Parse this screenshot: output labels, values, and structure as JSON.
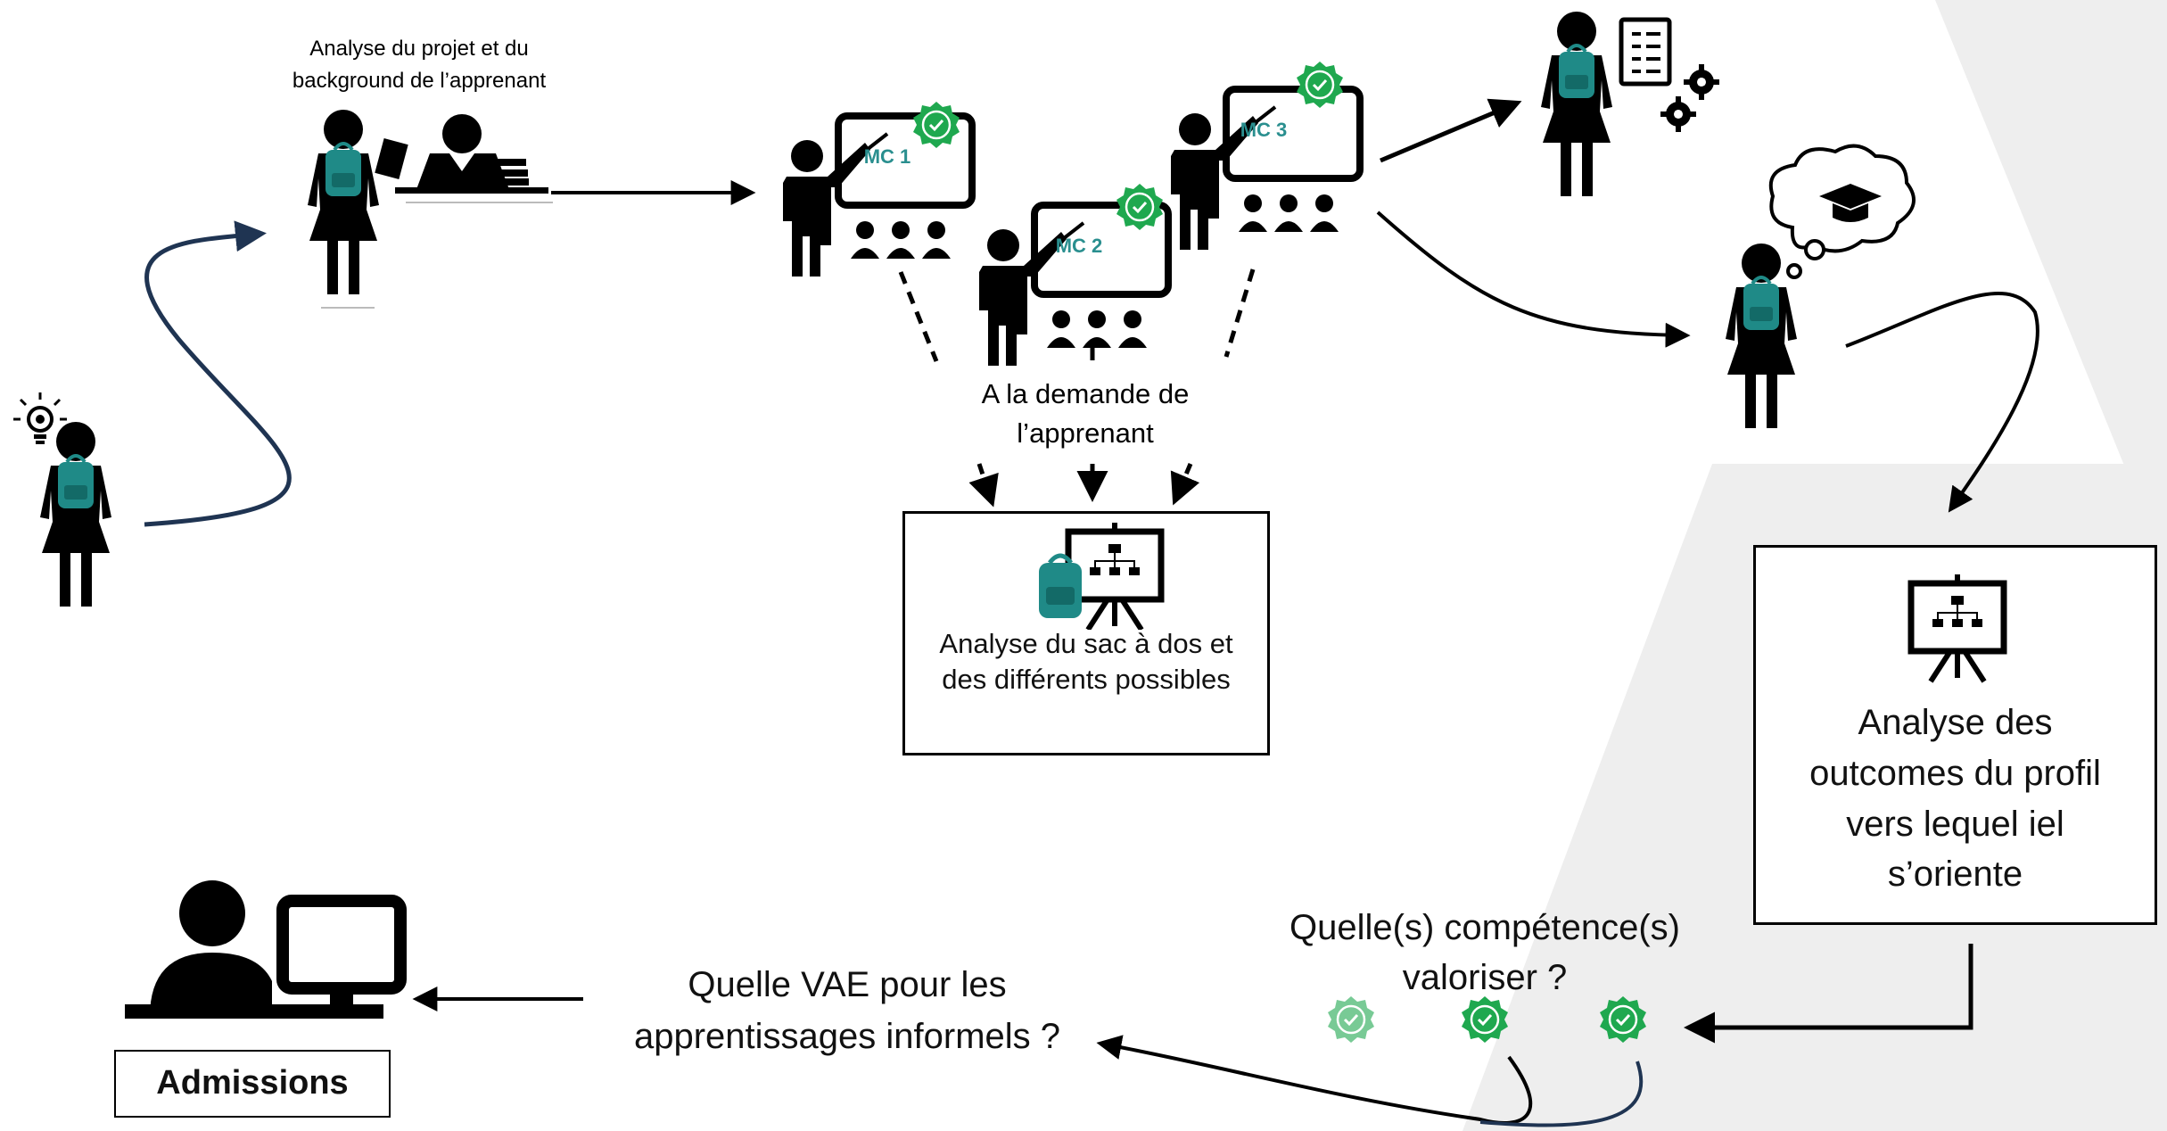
{
  "labels": {
    "analyse_projet": "Analyse du projet et du\nbackground de l’apprenant",
    "demande": "A la demande de\nl’apprenant",
    "analyse_sac": "Analyse du sac à dos et\ndes différents possibles",
    "analyse_outcomes": "Analyse des\noutcomes du profil\nvers lequel iel\ns’oriente",
    "competences": "Quelle(s) compétence(s)\nvaloriser ?",
    "vae": "Quelle VAE pour les\napprentissages informels ?",
    "admissions": "Admissions"
  },
  "courses": [
    "MC 1",
    "MC 2",
    "MC 3"
  ],
  "colors": {
    "backpack": "#1f8a87",
    "check_green": "#1fa84f",
    "check_light": "#6fcf97",
    "curve_navy": "#1f3452",
    "background_stripe": "#eeeeee"
  },
  "icons": [
    "lightbulb-icon",
    "student-icon",
    "receptionist-icon",
    "teacher-board-icon",
    "checkmark-badge-icon",
    "checklist-icon",
    "gears-icon",
    "thought-bubble-icon",
    "graduation-cap-icon",
    "presentation-chart-icon",
    "computer-user-icon"
  ]
}
